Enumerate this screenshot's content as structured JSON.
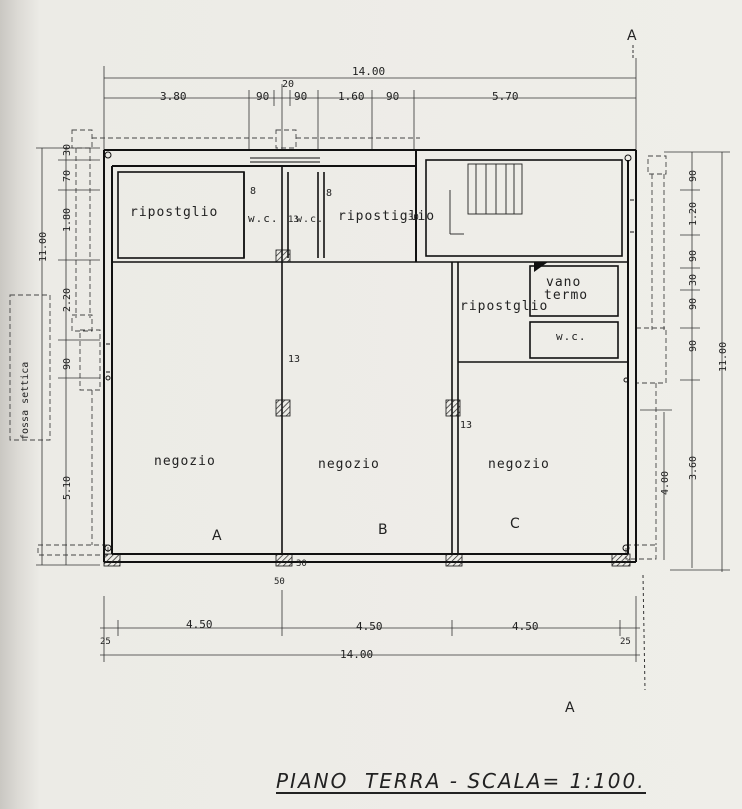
{
  "plan": {
    "section_marks": [
      "A",
      "A"
    ],
    "overall_top": "14.00",
    "top_segments": [
      "3.80",
      "90",
      "20",
      "90",
      "1.60",
      "90",
      "5.70"
    ],
    "overall_bottom": "14.00",
    "bottom_segments": [
      "25",
      "4.50",
      "4.50",
      "4.50",
      "25"
    ],
    "left_segments": [
      "30",
      "70",
      "1.80",
      "11.00",
      "2.20",
      "90",
      "5.10"
    ],
    "left_label": "fossa settica",
    "right_segments": [
      "90",
      "1.20",
      "90",
      "30",
      "90",
      "90",
      "3.60",
      "4.00"
    ],
    "right_total": "11.00",
    "small_marks": [
      "8",
      "8",
      "13",
      "13",
      "30",
      "13",
      "50",
      "30"
    ],
    "rooms": {
      "ripostiglio_1": "ripostglio",
      "wc_1": "w.c.",
      "wc_2": "w.c.",
      "ripostiglio_2": "ripostiglio",
      "ripostiglio_3": "ripostglio",
      "vano_1": "vano",
      "vano_2": "termo",
      "wc_3": "w.c.",
      "shop_a": "negozio",
      "shop_b": "negozio",
      "shop_c": "negozio"
    },
    "shop_letters": [
      "A",
      "B",
      "C"
    ]
  },
  "caption": "PIANO  TERRA - SCALA= 1:100."
}
